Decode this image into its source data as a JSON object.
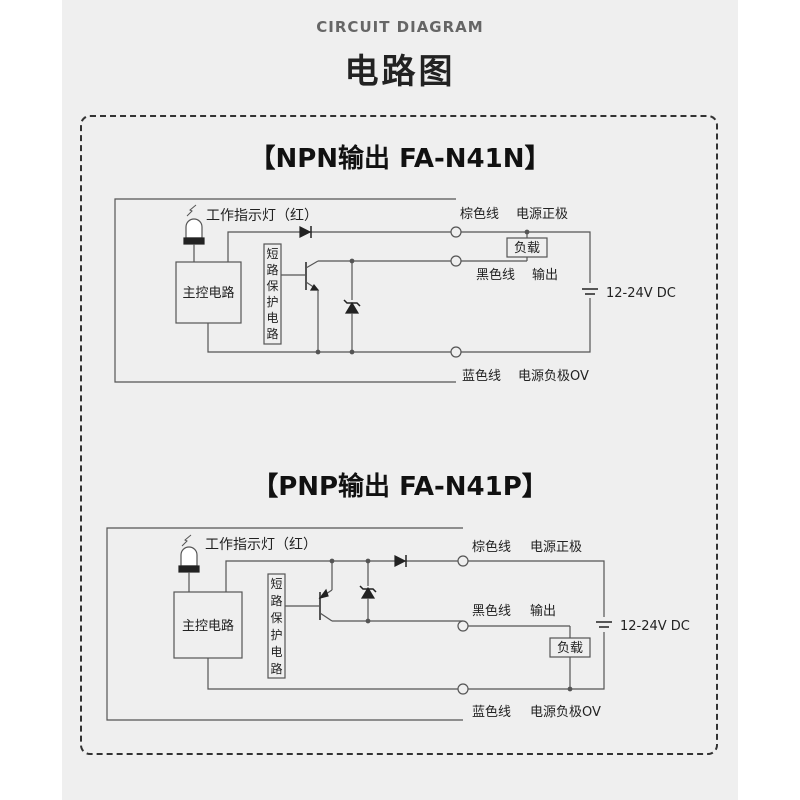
{
  "header": {
    "english_title": "CIRCUIT DIAGRAM",
    "chinese_title": "电路图"
  },
  "npn": {
    "title": "【NPN输出 FA-N41N】",
    "indicator_label": "工作指示灯（红）",
    "main_circuit_label": "主控电路",
    "short_protect_chars": [
      "短",
      "路",
      "保",
      "护",
      "电",
      "路"
    ],
    "brown_wire_label": "棕色线",
    "brown_function_label": "电源正极",
    "black_wire_label": "黑色线",
    "black_function_label": "输出",
    "blue_wire_label": "蓝色线",
    "blue_function_label": "电源负极OV",
    "load_label": "负载",
    "supply_label": "12-24V DC"
  },
  "pnp": {
    "title": "【PNP输出 FA-N41P】",
    "indicator_label": "工作指示灯（红）",
    "main_circuit_label": "主控电路",
    "short_protect_chars": [
      "短",
      "路",
      "保",
      "护",
      "电",
      "路"
    ],
    "brown_wire_label": "棕色线",
    "brown_function_label": "电源正极",
    "black_wire_label": "黑色线",
    "black_function_label": "输出",
    "blue_wire_label": "蓝色线",
    "blue_function_label": "电源负极OV",
    "load_label": "负载",
    "supply_label": "12-24V DC"
  },
  "colors": {
    "line": "#555555",
    "dark_line": "#222222",
    "panel": "#efefef"
  }
}
